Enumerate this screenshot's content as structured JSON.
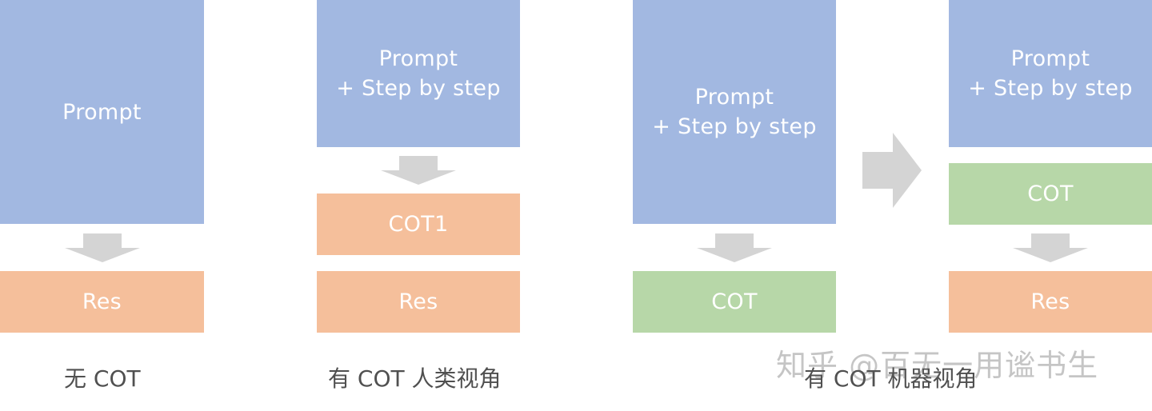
{
  "colors": {
    "prompt_box": "#a2b8e1",
    "res_box": "#f5bf9b",
    "cot_box": "#b7d7a8",
    "arrow": "#d4d4d4"
  },
  "panels": [
    {
      "caption": "无 COT",
      "prompt_lines": [
        "Prompt"
      ],
      "steps": [
        "Res"
      ]
    },
    {
      "caption": "有 COT 人类视角",
      "prompt_lines": [
        "Prompt",
        "+ Step by step"
      ],
      "steps": [
        "COT1",
        "Res"
      ]
    },
    {
      "caption": "有 COT 机器视角",
      "prompt_lines": [
        "Prompt",
        "+ Step by step"
      ],
      "steps": [
        "COT"
      ]
    },
    {
      "prompt_lines": [
        "Prompt",
        "+ Step by step"
      ],
      "steps": [
        "COT",
        "Res"
      ]
    }
  ],
  "watermark": "知乎 @百无一用谧书生",
  "icons": {
    "down_arrow": "arrow-down-icon",
    "right_arrow": "arrow-right-icon"
  }
}
